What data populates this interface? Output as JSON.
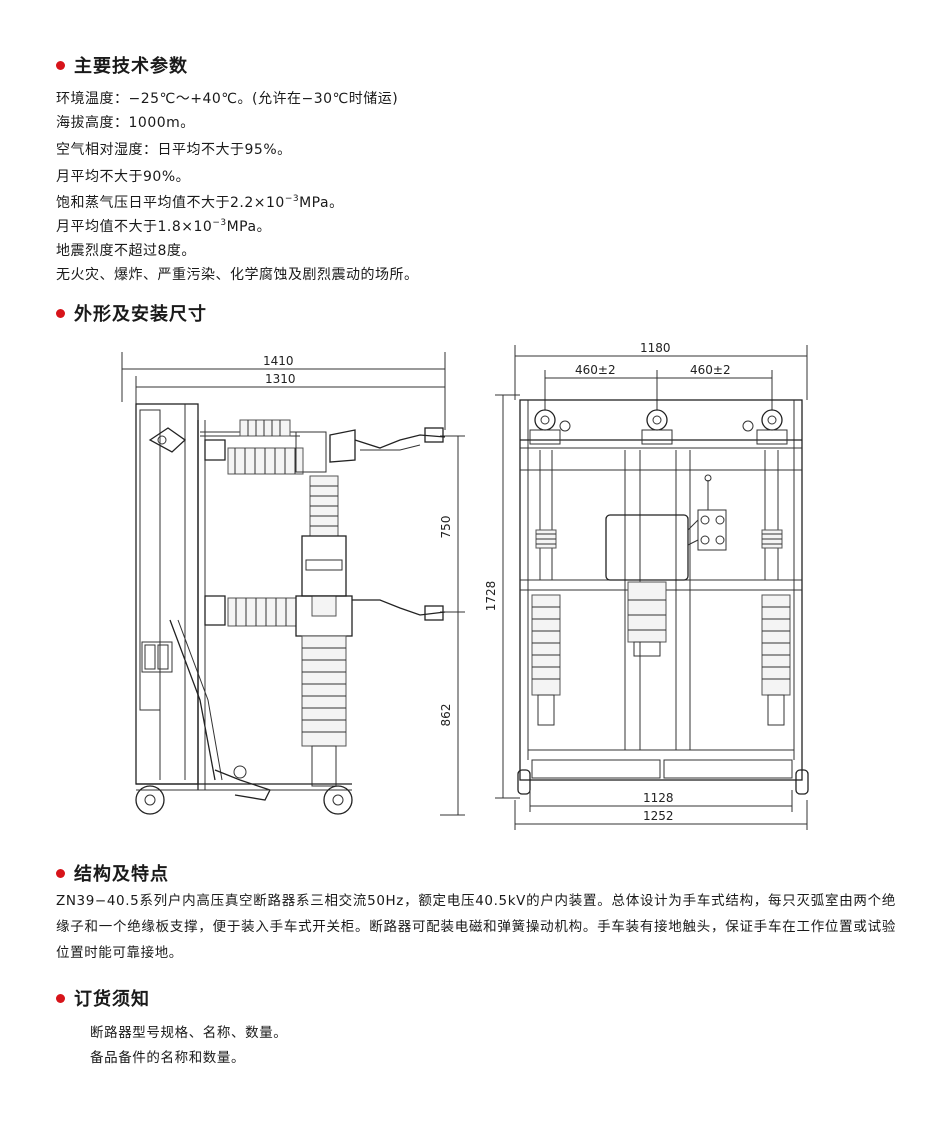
{
  "colors": {
    "accent": "#d7141a",
    "text": "#1a1a1a"
  },
  "sections": {
    "tech": {
      "title": "主要技术参数"
    },
    "dims": {
      "title": "外形及安装尺寸"
    },
    "structure": {
      "title": "结构及特点"
    },
    "order": {
      "title": "订货须知"
    }
  },
  "tech_params": {
    "line1": "环境温度：−25℃～+40℃。(允许在−30℃时储运)",
    "line2": "海拔高度：1000m。",
    "line3": "空气相对湿度：日平均不大于95%。",
    "line4": "月平均不大于90%。",
    "line5_pre": "饱和蒸气压日平均值不大于2.2×10",
    "line5_exp": "−3",
    "line5_post": "MPa。",
    "line6_pre": "月平均值不大于1.8×10",
    "line6_exp": "−3",
    "line6_post": "MPa。",
    "line7": "地震烈度不超过8度。",
    "line8": "无火灾、爆炸、严重污染、化学腐蚀及剧烈震动的场所。"
  },
  "drawing": {
    "left": {
      "dim_1410": "1410",
      "dim_1310": "1310",
      "dim_750": "750",
      "dim_862": "862"
    },
    "right": {
      "dim_1180": "1180",
      "dim_460a": "460±2",
      "dim_460b": "460±2",
      "dim_1728": "1728",
      "dim_1128": "1128",
      "dim_1252": "1252"
    }
  },
  "structure_text": "ZN39−40.5系列户内高压真空断路器系三相交流50Hz，额定电压40.5kV的户内装置。总体设计为手车式结构，每只灭弧室由两个绝缘子和一个绝缘板支撑，便于装入手车式开关柜。断路器可配装电磁和弹簧操动机构。手车装有接地触头，保证手车在工作位置或试验位置时能可靠接地。",
  "order_notes": {
    "line1": "断路器型号规格、名称、数量。",
    "line2": "备品备件的名称和数量。"
  }
}
